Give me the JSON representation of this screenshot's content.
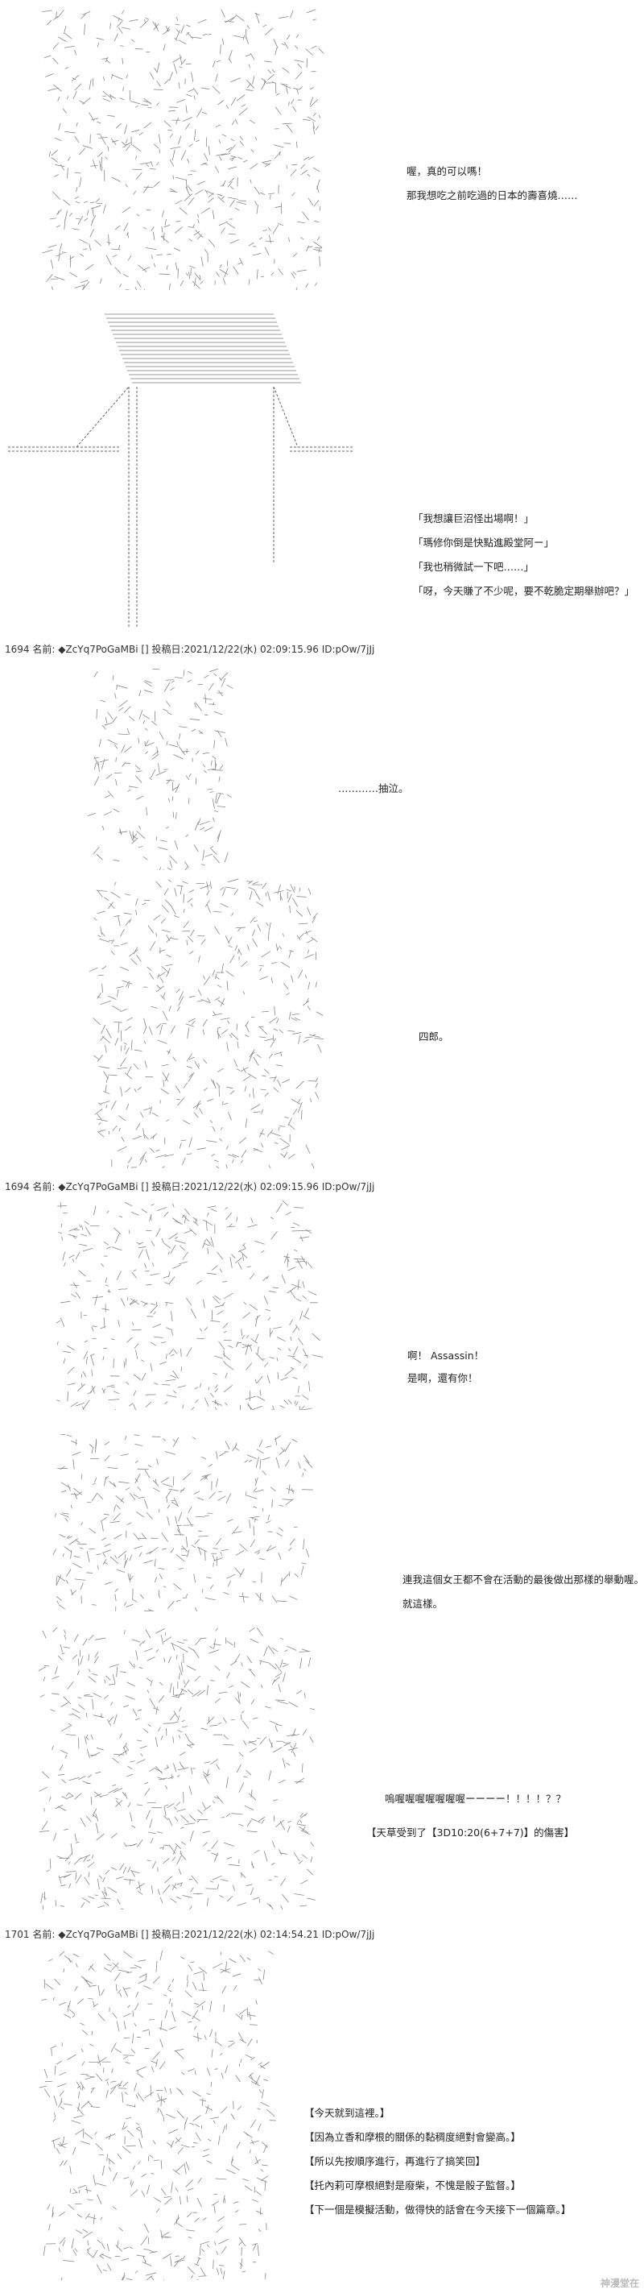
{
  "posts": [
    {
      "header": "1694 名前: ◆ZcYq7PoGaMBi [] 投稿日:2021/12/22(水) 02:09:15.96 ID:pOw/7jJj"
    },
    {
      "header": "1694 名前: ◆ZcYq7PoGaMBi [] 投稿日:2021/12/22(水) 02:09:15.96 ID:pOw/7jJj"
    },
    {
      "header": "1701 名前: ◆ZcYq7PoGaMBi [] 投稿日:2021/12/22(水) 02:14:54.21 ID:pOw/7jJj"
    }
  ],
  "panel1": [
    "喔，真的可以嗎！",
    "那我想吃之前吃過的日本的壽喜燒……"
  ],
  "panel2": [
    "「我想讓巨沼怪出場啊！」",
    "「瑪修你倒是快點進殿堂阿ー」",
    "「我也稍微試一下吧……」",
    "「呀，今天賺了不少呢，要不乾脆定期舉辦吧？」"
  ],
  "panel3": [
    "…………抽泣。"
  ],
  "panel4": [
    "四郎。"
  ],
  "panel5": [
    "啊！ Assassin！",
    "是啊，還有你！"
  ],
  "panel6": [
    "連我這個女王都不會在活動的最後做出那樣的舉動喔。",
    "就這樣。"
  ],
  "panel7": [
    "嗚喔喔喔喔喔喔喔ーーーー！！！！？？",
    "【天草受到了【3D10:20(6+7+7)】的傷害】"
  ],
  "panel8": [
    "【今天就到這裡。】",
    "【因為立香和摩根的關係的黏稠度絕對會變高。】",
    "【所以先按順序進行，再進行了搞笑回】",
    "【托內莉可摩根絕對是廢柴，不愧是骰子監督。】",
    "【下一個是模擬活動，做得快的話會在今天接下一個篇章。】"
  ],
  "watermark": "神漫堂在"
}
